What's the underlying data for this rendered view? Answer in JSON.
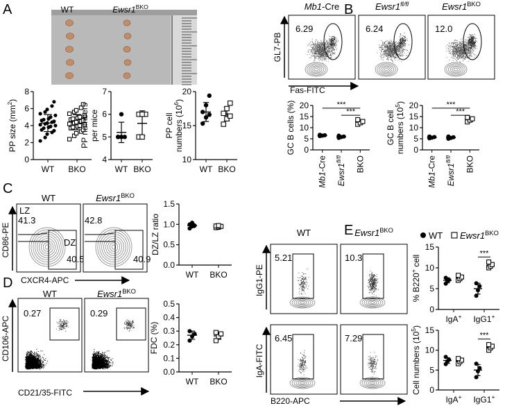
{
  "chart_data": [
    {
      "id": "A-photo",
      "type": "image",
      "labels": [
        "WT",
        "Ewsr1",
        "BKO"
      ],
      "wt_patches": 5,
      "bko_patches": 5
    },
    {
      "id": "A1",
      "type": "scatter",
      "ylabel": [
        "PP size (mm",
        "2",
        ")"
      ],
      "categories": [
        "WT",
        "BKO"
      ],
      "ylim": [
        0,
        8
      ],
      "yticks": [
        "0",
        "2",
        "4",
        "6",
        "8"
      ],
      "series": [
        {
          "marker": "circle-filled",
          "values": [
            2.2,
            2.6,
            3.0,
            3.2,
            3.4,
            3.5,
            3.7,
            3.8,
            3.9,
            4.0,
            4.1,
            4.2,
            4.3,
            4.4,
            4.5,
            4.6,
            4.7,
            4.8,
            5.0,
            5.2,
            5.4,
            5.6,
            5.9,
            6.3,
            6.8
          ]
        },
        {
          "marker": "square-open",
          "values": [
            2.4,
            2.8,
            3.1,
            3.3,
            3.5,
            3.7,
            3.8,
            3.9,
            4.0,
            4.1,
            4.2,
            4.3,
            4.4,
            4.5,
            4.6,
            4.7,
            4.8,
            4.9,
            5.0,
            5.2,
            5.4,
            5.6,
            5.8,
            6.1,
            6.5
          ]
        }
      ],
      "mean": [
        4.3,
        4.4
      ],
      "sd": [
        1.0,
        0.9
      ]
    },
    {
      "id": "A2",
      "type": "scatter",
      "ylabel": [
        "PP numbers",
        "per mice"
      ],
      "categories": [
        "WT",
        "BKO"
      ],
      "ylim": [
        4,
        7
      ],
      "yticks": [
        "4",
        "5",
        "6",
        "7"
      ],
      "series": [
        {
          "marker": "circle-filled",
          "values": [
            5,
            5,
            5,
            5,
            6
          ]
        },
        {
          "marker": "square-open",
          "values": [
            5,
            5,
            6,
            6,
            6
          ]
        }
      ],
      "mean": [
        5.2,
        5.6
      ],
      "sd": [
        0.45,
        0.55
      ]
    },
    {
      "id": "A3",
      "type": "scatter",
      "ylabel": [
        "PP cell",
        "numbers (10",
        "6",
        ")"
      ],
      "categories": [
        "WT",
        "BKO"
      ],
      "ylim": [
        10,
        20
      ],
      "yticks": [
        "10",
        "15",
        "20"
      ],
      "series": [
        {
          "marker": "circle-filled",
          "values": [
            15.3,
            16.2,
            16.6,
            17.0,
            18.0,
            19.4
          ]
        },
        {
          "marker": "square-open",
          "values": [
            15.2,
            16.0,
            16.4,
            16.8,
            17.5,
            18.3
          ]
        }
      ],
      "mean": [
        17.0,
        16.7
      ],
      "sd": [
        1.4,
        1.0
      ]
    },
    {
      "id": "B-flow",
      "type": "flow",
      "headers": [
        {
          "parts": [
            {
              "t": "Mb1",
              "i": true
            },
            {
              "t": "-Cre",
              "i": false
            }
          ]
        },
        {
          "parts": [
            {
              "t": "Ewsr1",
              "i": true
            },
            {
              "t": "fl/fl",
              "i": true,
              "sup": true
            }
          ]
        },
        {
          "parts": [
            {
              "t": "Ewsr1",
              "i": true
            },
            {
              "t": "BKO",
              "i": false,
              "sup": true
            }
          ]
        }
      ],
      "gates": [
        "6.29",
        "6.24",
        "12.0"
      ],
      "xlabel": "Fas-FITC",
      "ylabel": "GL7-PB"
    },
    {
      "id": "B1",
      "type": "scatter",
      "ylabel": "GC B cells (%)",
      "categories": [
        [
          {
            "t": "Mb1",
            "i": true
          },
          {
            "t": "-Cre",
            "i": false
          }
        ],
        [
          {
            "t": "Ewsr1",
            "i": true
          },
          {
            "t": "fl/fl",
            "i": true,
            "sup": true
          }
        ],
        [
          {
            "t": "BKO",
            "i": false
          }
        ]
      ],
      "ylim": [
        0,
        20
      ],
      "yticks": [
        "0",
        "5",
        "10",
        "15",
        "20"
      ],
      "series": [
        {
          "marker": "circle-filled",
          "values": [
            6.2,
            6.4,
            6.6,
            6.8
          ]
        },
        {
          "marker": "circle-filled",
          "values": [
            5.4,
            5.8,
            6.0,
            6.4
          ]
        },
        {
          "marker": "square-open",
          "values": [
            11.5,
            12.2,
            12.8,
            13.6
          ]
        }
      ],
      "mean": [
        6.5,
        5.9,
        12.5
      ],
      "sd": [
        0.3,
        0.4,
        0.9
      ],
      "annotations": [
        {
          "text": "***",
          "from": 0,
          "to": 2,
          "y": 18.8
        },
        {
          "text": "***",
          "from": 1,
          "to": 2,
          "y": 15.6
        }
      ]
    },
    {
      "id": "B2",
      "type": "scatter",
      "ylabel": [
        "GC B cell",
        "numbers (10",
        "5",
        ")"
      ],
      "categories": [
        [
          {
            "t": "Mb1",
            "i": true
          },
          {
            "t": "-Cre",
            "i": false
          }
        ],
        [
          {
            "t": "Ewsr1",
            "i": true
          },
          {
            "t": "fl/fl",
            "i": true,
            "sup": true
          }
        ],
        [
          {
            "t": "BKO",
            "i": false
          }
        ]
      ],
      "ylim": [
        0,
        20
      ],
      "yticks": [
        "0",
        "5",
        "10",
        "15",
        "20"
      ],
      "series": [
        {
          "marker": "circle-filled",
          "values": [
            5.2,
            5.5,
            5.8,
            6.0
          ]
        },
        {
          "marker": "circle-filled",
          "values": [
            5.0,
            5.4,
            5.7,
            6.0
          ]
        },
        {
          "marker": "square-open",
          "values": [
            12.6,
            13.4,
            14.0,
            14.6
          ]
        }
      ],
      "mean": [
        5.6,
        5.5,
        13.6
      ],
      "sd": [
        0.35,
        0.4,
        0.9
      ],
      "annotations": [
        {
          "text": "***",
          "from": 0,
          "to": 2,
          "y": 18.8
        },
        {
          "text": "***",
          "from": 1,
          "to": 2,
          "y": 15.6
        }
      ]
    },
    {
      "id": "C-flow",
      "type": "flow",
      "headers": [
        {
          "parts": [
            {
              "t": "WT",
              "i": false
            }
          ]
        },
        {
          "parts": [
            {
              "t": "Ewsr1",
              "i": true
            },
            {
              "t": "BKO",
              "i": false,
              "sup": true
            }
          ]
        }
      ],
      "gate_labels": [
        "LZ",
        "DZ"
      ],
      "gates_left": [
        "41.3",
        "40.5"
      ],
      "gates_right": [
        "42.8",
        "40.9"
      ],
      "xlabel": "CXCR4-APC",
      "ylabel": "CD86-PE"
    },
    {
      "id": "C1",
      "type": "scatter",
      "ylabel": "DZ/LZ ratio",
      "categories": [
        "WT",
        "BKO"
      ],
      "ylim": [
        0,
        1.5
      ],
      "yticks": [
        "0.0",
        "0.5",
        "1.0",
        "1.5"
      ],
      "series": [
        {
          "marker": "circle-filled",
          "values": [
            0.9,
            0.95,
            0.97,
            1.0,
            1.04
          ]
        },
        {
          "marker": "square-open",
          "values": [
            0.92,
            0.93,
            0.95,
            0.96,
            0.97
          ]
        }
      ],
      "mean": [
        0.97,
        0.95
      ],
      "sd": [
        0.05,
        0.02
      ]
    },
    {
      "id": "D-flow",
      "type": "flow",
      "headers": [
        {
          "parts": [
            {
              "t": "WT",
              "i": false
            }
          ]
        },
        {
          "parts": [
            {
              "t": "Ewsr1",
              "i": true
            },
            {
              "t": "BKO",
              "i": false,
              "sup": true
            }
          ]
        }
      ],
      "gates": [
        "0.27",
        "0.29"
      ],
      "xlabel": "CD21/35-FITC",
      "ylabel": "CD106-APC"
    },
    {
      "id": "D1",
      "type": "scatter",
      "ylabel": "FDC (%)",
      "categories": [
        "WT",
        "BKO"
      ],
      "ylim": [
        0,
        0.5
      ],
      "yticks": [
        "0.0",
        "0.1",
        "0.2",
        "0.3",
        "0.4",
        "0.5"
      ],
      "series": [
        {
          "marker": "circle-filled",
          "values": [
            0.23,
            0.26,
            0.28,
            0.3
          ]
        },
        {
          "marker": "square-open",
          "values": [
            0.23,
            0.26,
            0.28,
            0.29
          ]
        }
      ],
      "mean": [
        0.27,
        0.265
      ],
      "sd": [
        0.03,
        0.025
      ]
    },
    {
      "id": "E-flow",
      "type": "flow",
      "headers": [
        {
          "parts": [
            {
              "t": "WT",
              "i": false
            }
          ]
        },
        {
          "parts": [
            {
              "t": "Ewsr1",
              "i": true
            },
            {
              "t": "BKO",
              "i": false,
              "sup": true
            }
          ]
        }
      ],
      "gates_top": [
        "5.21",
        "10.3"
      ],
      "gates_bottom": [
        "6.45",
        "7.29"
      ],
      "ylabel_top": "IgG1-PE",
      "ylabel_bottom": "IgA-FITC",
      "xlabel": "B220-APC"
    },
    {
      "id": "E-legend",
      "type": "legend",
      "items": [
        {
          "marker": "circle-filled",
          "parts": [
            {
              "t": "WT",
              "i": false
            }
          ]
        },
        {
          "marker": "square-open",
          "parts": [
            {
              "t": "Ewsr1",
              "i": true
            },
            {
              "t": "BKO",
              "i": false,
              "sup": true
            }
          ]
        }
      ]
    },
    {
      "id": "E1",
      "type": "scatter",
      "ylabel": [
        "% B220",
        "+",
        " cell"
      ],
      "categories": [
        [
          {
            "t": "IgA",
            "i": false
          },
          {
            "t": "+",
            "i": false,
            "sup": true
          }
        ],
        [
          {
            "t": "IgG1",
            "i": false
          },
          {
            "t": "+",
            "i": false,
            "sup": true
          }
        ]
      ],
      "ylim": [
        0,
        15
      ],
      "yticks": [
        "0",
        "5",
        "10",
        "15"
      ],
      "series": [
        {
          "group": 0,
          "offset": -1,
          "marker": "circle-filled",
          "values": [
            6.2,
            6.8,
            7.1,
            7.6
          ]
        },
        {
          "group": 0,
          "offset": 1,
          "marker": "square-open",
          "values": [
            7.0,
            7.4,
            7.8,
            8.2
          ]
        },
        {
          "group": 1,
          "offset": -1,
          "marker": "circle-filled",
          "values": [
            3.3,
            4.6,
            5.6,
            6.3
          ]
        },
        {
          "group": 1,
          "offset": 1,
          "marker": "square-open",
          "values": [
            10.0,
            10.4,
            10.8,
            11.4
          ]
        }
      ],
      "mean": [
        7.0,
        7.6,
        5.0,
        10.6
      ],
      "sd": [
        0.6,
        0.5,
        1.3,
        0.6
      ],
      "annotations": [
        {
          "text": "***",
          "group": 1,
          "y": 12.6
        }
      ]
    },
    {
      "id": "E2",
      "type": "scatter",
      "ylabel": [
        "Cell numbers (10",
        "5",
        ")"
      ],
      "categories": [
        [
          {
            "t": "IgA",
            "i": false
          },
          {
            "t": "+",
            "i": false,
            "sup": true
          }
        ],
        [
          {
            "t": "IgG1",
            "i": false
          },
          {
            "t": "+",
            "i": false,
            "sup": true
          }
        ]
      ],
      "ylim": [
        0,
        15
      ],
      "yticks": [
        "0",
        "5",
        "10",
        "15"
      ],
      "series": [
        {
          "group": 0,
          "offset": -1,
          "marker": "circle-filled",
          "values": [
            6.5,
            7.2,
            7.6,
            8.3
          ]
        },
        {
          "group": 0,
          "offset": 1,
          "marker": "square-open",
          "values": [
            6.6,
            7.1,
            7.5,
            7.9
          ]
        },
        {
          "group": 1,
          "offset": -1,
          "marker": "circle-filled",
          "values": [
            3.2,
            4.7,
            5.5,
            6.6
          ]
        },
        {
          "group": 1,
          "offset": 1,
          "marker": "square-open",
          "values": [
            10.0,
            10.6,
            11.0,
            11.4
          ]
        }
      ],
      "mean": [
        7.4,
        7.3,
        5.0,
        10.7
      ],
      "sd": [
        0.7,
        0.5,
        1.4,
        0.6
      ],
      "annotations": [
        {
          "text": "***",
          "group": 1,
          "y": 12.8
        }
      ]
    }
  ],
  "panels": [
    "A",
    "B",
    "C",
    "D",
    "E"
  ]
}
